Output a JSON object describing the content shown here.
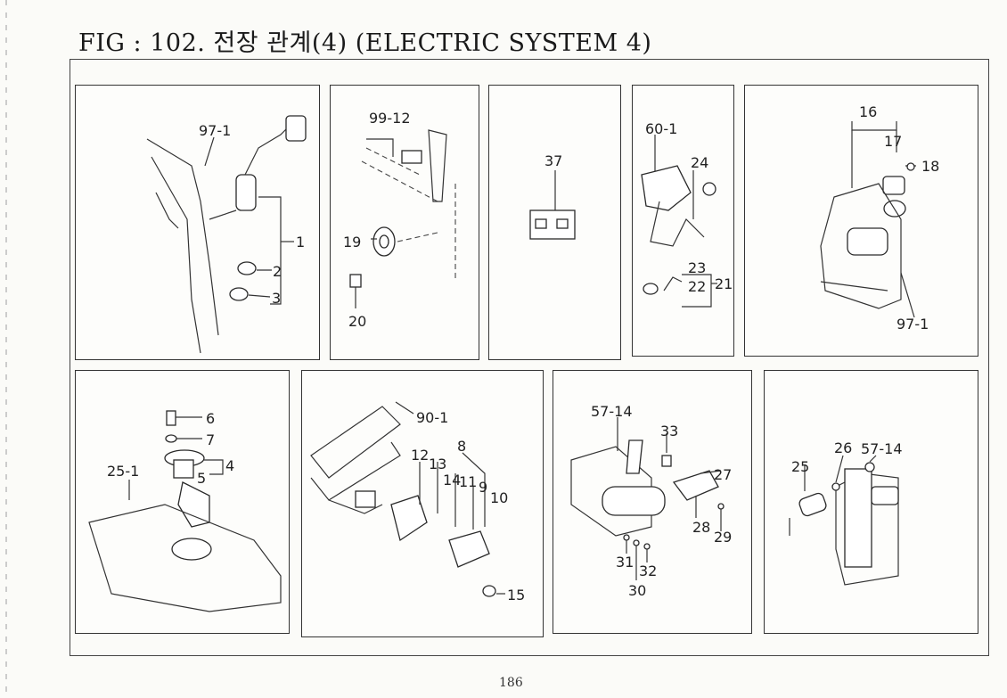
{
  "header": {
    "title": "FIG : 102. 전장 관계(4) (ELECTRIC SYSTEM 4)"
  },
  "footer": {
    "page_number": "186"
  },
  "panels": [
    {
      "id": "p1",
      "labels": [
        "97-1",
        "1",
        "2",
        "3"
      ]
    },
    {
      "id": "p2",
      "labels": [
        "99-12",
        "19",
        "20"
      ]
    },
    {
      "id": "p3",
      "labels": [
        "37"
      ]
    },
    {
      "id": "p4",
      "labels": [
        "60-1",
        "24",
        "23",
        "22",
        "21"
      ]
    },
    {
      "id": "p5",
      "labels": [
        "16",
        "17",
        "18",
        "97-1"
      ]
    },
    {
      "id": "p6",
      "labels": [
        "6",
        "7",
        "4",
        "5",
        "25-1"
      ]
    },
    {
      "id": "p7",
      "labels": [
        "90-1",
        "8",
        "12",
        "13",
        "14",
        "11",
        "9",
        "10",
        "15"
      ]
    },
    {
      "id": "p8",
      "labels": [
        "57-14",
        "33",
        "27",
        "28",
        "29",
        "31",
        "32",
        "30"
      ]
    },
    {
      "id": "p9",
      "labels": [
        "26",
        "57-14",
        "25"
      ]
    }
  ]
}
